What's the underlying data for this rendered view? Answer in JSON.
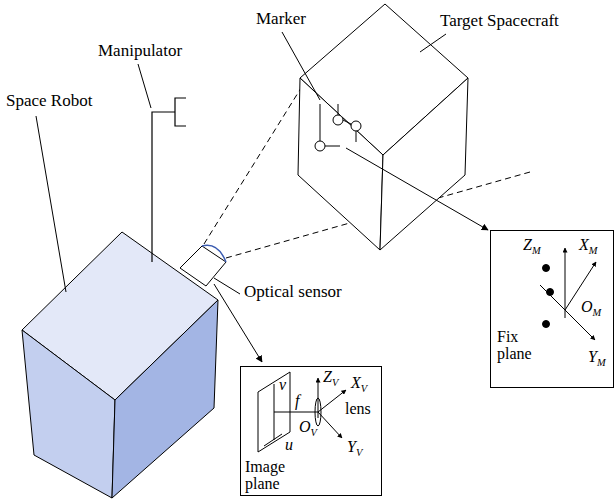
{
  "diagram": {
    "nodes": [
      {
        "text": [
          "v",
          "u",
          "f",
          "ZV",
          "XV",
          "YV",
          "OV",
          "lens",
          "Image plane"
        ]
      },
      {
        "text": [
          "ZM",
          "XM",
          "OM",
          "YM",
          "Fix plane"
        ]
      }
    ],
    "labels": [
      "Marker",
      "Target Spacecraft",
      "Manipulator",
      "Space Robot",
      "Optical sensor"
    ]
  }
}
